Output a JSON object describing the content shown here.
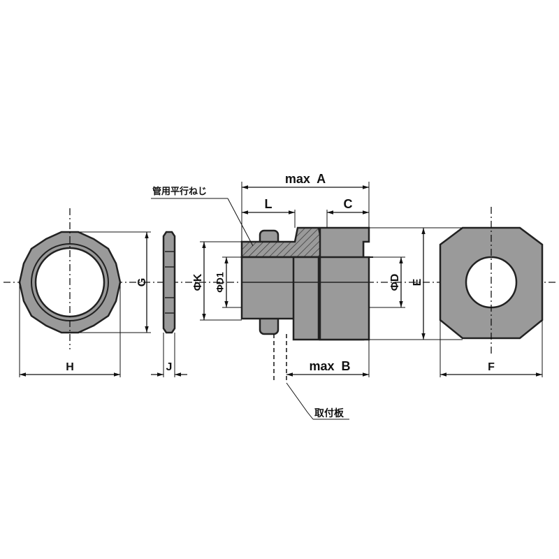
{
  "labels": {
    "max_a": "max  A",
    "max_b": "max  B",
    "l": "L",
    "c": "C",
    "g": "G",
    "h": "H",
    "j": "J",
    "phi_k": "ΦK",
    "phi_d1": "ΦD1",
    "phi_d": "ΦD",
    "e": "E",
    "f": "F",
    "thread_note": "管用平行ねじ",
    "mounting_plate": "取付板"
  },
  "colors": {
    "part_fill": "#9a9a9a",
    "outline": "#222222",
    "bore": "#ffffff"
  }
}
